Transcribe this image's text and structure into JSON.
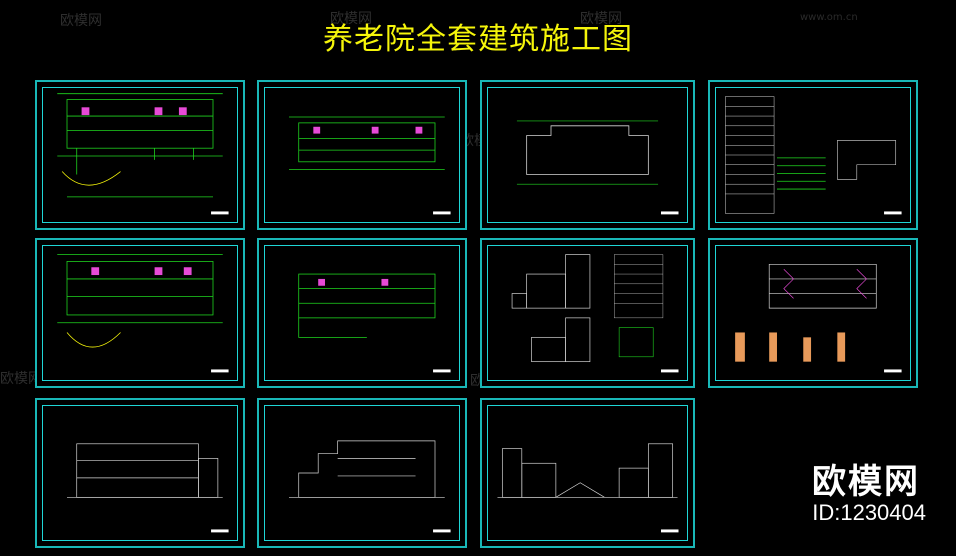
{
  "title": "养老院全套建筑施工图",
  "watermark": {
    "brand": "欧模网",
    "url": "www.om.cn"
  },
  "brand": {
    "name": "欧模网",
    "id": "ID:1230404"
  },
  "colors": {
    "background": "#000000",
    "title": "#f5f50a",
    "frame": "#19b8b8",
    "drawing": "#1fd61f"
  },
  "sheets": [
    {
      "kind": "floor-plan"
    },
    {
      "kind": "floor-plan"
    },
    {
      "kind": "roof-plan"
    },
    {
      "kind": "door-window-table"
    },
    {
      "kind": "floor-plan"
    },
    {
      "kind": "floor-plan"
    },
    {
      "kind": "elevation-details"
    },
    {
      "kind": "elevation-details"
    },
    {
      "kind": "elevation"
    },
    {
      "kind": "elevation"
    },
    {
      "kind": "elevation"
    }
  ]
}
